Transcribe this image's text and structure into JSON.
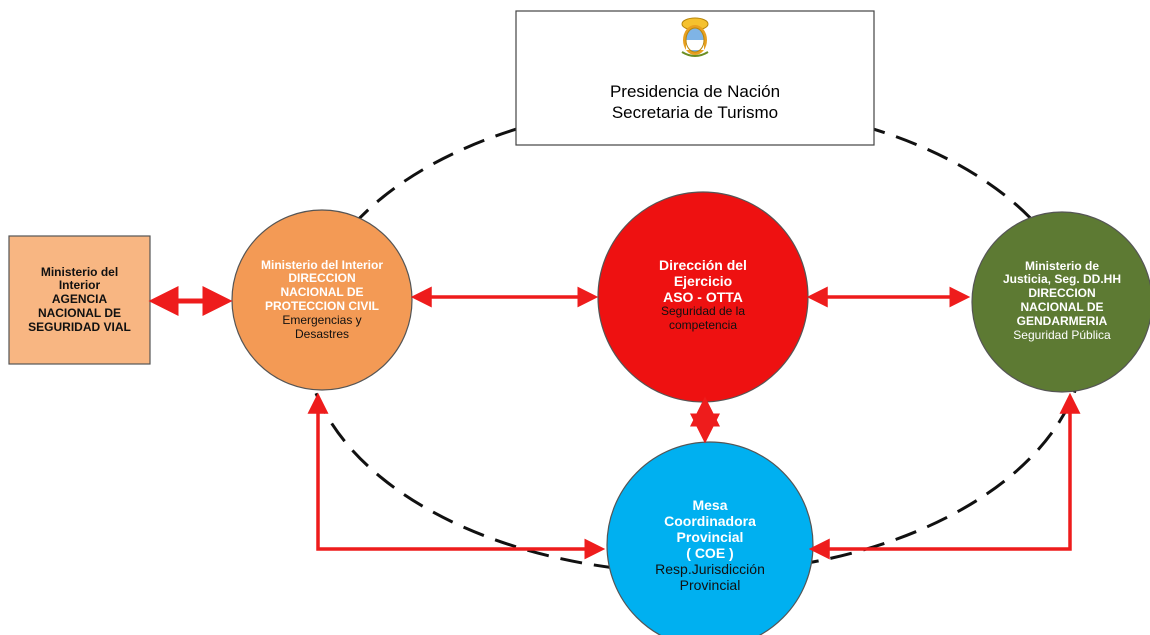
{
  "colors": {
    "top_box_fill": "#ffffff",
    "left_box_fill": "#f8b682",
    "interior_fill": "#f39a55",
    "ejercicio_fill": "#ee1111",
    "justicia_fill": "#5d7a33",
    "mesa_fill": "#00b0f0",
    "arrow": "#ee1c1c",
    "dashed_ellipse": "#111111"
  },
  "icons": {
    "emblem": "argentina-coat-of-arms-icon"
  },
  "top_box": {
    "line1": "Presidencia de Nación",
    "line2": "Secretaria de Turismo"
  },
  "left_box": {
    "line1": "Ministerio del",
    "line2": "Interior",
    "line3": "AGENCIA",
    "line4": "NACIONAL DE",
    "line5": "SEGURIDAD VIAL"
  },
  "interior": {
    "line1": "Ministerio del Interior",
    "line2": "DIRECCION",
    "line3": "NACIONAL DE",
    "line4": "PROTECCION CIVIL",
    "line5": "Emergencias y",
    "line6": "Desastres"
  },
  "ejercicio": {
    "line1": "Dirección del",
    "line2": "Ejercicio",
    "line3": "ASO - OTTA",
    "line4": "Seguridad de la",
    "line5": "competencia"
  },
  "justicia": {
    "line1": "Ministerio de",
    "line2": "Justicia, Seg. DD.HH",
    "line3": "DIRECCION",
    "line4": "NACIONAL DE",
    "line5": "GENDARMERIA",
    "line6": "Seguridad Pública"
  },
  "mesa": {
    "line1": "Mesa",
    "line2": "Coordinadora",
    "line3": "Provincial",
    "line4": "( COE )",
    "line5": "Resp.Jurisdicción",
    "line6": "Provincial"
  }
}
